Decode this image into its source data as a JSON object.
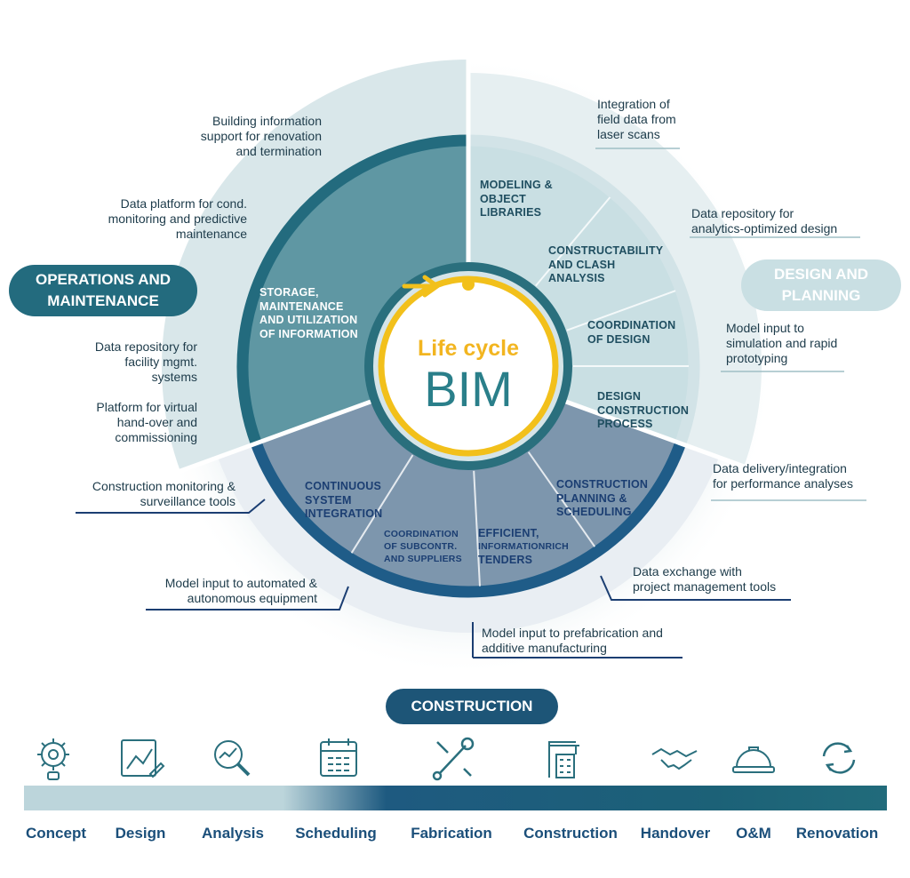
{
  "center": {
    "title": "Life cycle",
    "subtitle": "BIM"
  },
  "phases": {
    "operations": "OPERATIONS AND\nMAINTENANCE",
    "design": "DESIGN AND\nPLANNING",
    "construction": "CONSTRUCTION"
  },
  "segments": {
    "storage": "STORAGE,\nMAINTENANCE\nAND UTILIZATION\nOF INFORMATION",
    "modeling": "MODELING &\nOBJECT\nLIBRARIES",
    "constructability": "CONSTRUCTABILITY\nAND CLASH\nANALYSIS",
    "coordination_design": "COORDINATION\nOF DESIGN",
    "design_construction": "DESIGN\nCONSTRUCTION\nPROCESS",
    "construction_planning": "CONSTRUCTION\nPLANNING &\nSCHEDULING",
    "efficient_tenders_a": "EFFICIENT,",
    "efficient_tenders_b": "INFORMATIONRICH",
    "efficient_tenders_c": "TENDERS",
    "coordination_subcontr": "COORDINATION\nOF SUBCONTR.\nAND SUPPLIERS",
    "continuous_integration": "CONTINUOUS\nSYSTEM\nINTEGRATION"
  },
  "outer_labels": {
    "building_info": "Building information\nsupport for renovation\nand termination",
    "data_platform": "Data platform for cond.\nmonitoring and predictive\nmaintenance",
    "data_repo_fm": "Data repository for\nfacility mgmt.\nsystems",
    "virtual_handover": "Platform for virtual\nhand-over and\ncommissioning",
    "construction_monitoring": "Construction monitoring &\nsurveillance tools",
    "automated_equipment": "Model input to automated &\nautonomous equipment",
    "prefabrication": "Model input to prefabrication and\nadditive manufacturing",
    "data_exchange": "Data exchange with\nproject management tools",
    "performance": "Data delivery/integration\nfor performance analyses",
    "simulation": "Model input to\nsimulation and rapid\nprototyping",
    "analytics_repo": "Data repository for\nanalytics-optimized design",
    "laser_scans": "Integration of\nfield data from\nlaser scans"
  },
  "timeline": {
    "stages": [
      "Concept",
      "Design",
      "Analysis",
      "Scheduling",
      "Fabrication",
      "Construction",
      "Handover",
      "O&M",
      "Renovation"
    ],
    "icons": [
      "gear-bulb-icon",
      "blueprint-pencil-icon",
      "magnifier-chart-icon",
      "calendar-icon",
      "wrench-screwdriver-icon",
      "crane-building-icon",
      "handshake-icon",
      "hard-hat-icon",
      "cycle-arrows-icon"
    ]
  },
  "colors": {
    "operations": "#5f97a3",
    "design": "#c9dfe3",
    "construction": "#7d96ad",
    "ring_dark": "#236b7e",
    "construction_ring": "#1f5c88",
    "accent_yellow": "#f2c01b",
    "text_teal": "#2a6f7d",
    "text_navy": "#1b3e72"
  }
}
